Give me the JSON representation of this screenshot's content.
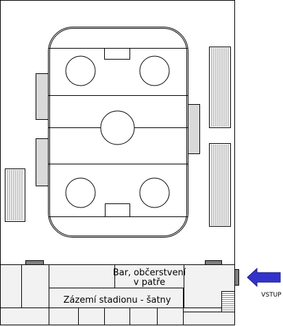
{
  "labels": {
    "bar_line1": "Bar, občerstvení",
    "bar_line2": "v patře",
    "backstage": "Zázemí stadionu - šatny",
    "entrance": "VSTUP"
  },
  "colors": {
    "outline": "#000000",
    "bench": "#d9d9d9",
    "building": "#f2f2f2",
    "panel": "#ffffff",
    "stand_lines": "#8c8c8c",
    "arrow": "#3333cc",
    "door": "#808080"
  }
}
